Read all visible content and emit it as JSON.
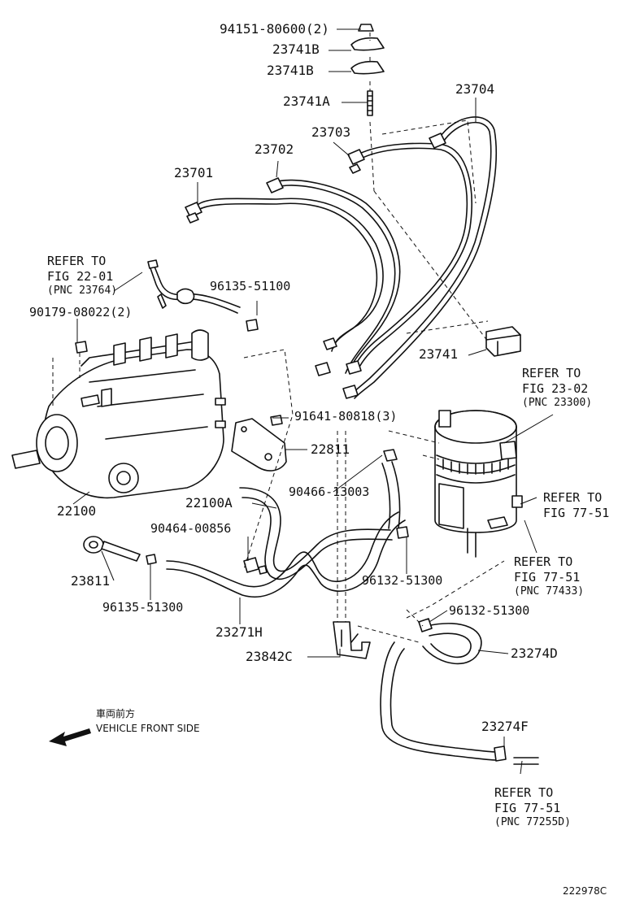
{
  "labels": {
    "p94151": "94151-80600(2)",
    "p23741B_1": "23741B",
    "p23741B_2": "23741B",
    "p23741A": "23741A",
    "p23704": "23704",
    "p23703": "23703",
    "p23702": "23702",
    "p23701": "23701",
    "p96135_51100": "96135-51100",
    "p90179": "90179-08022(2)",
    "p23741": "23741",
    "p91641": "91641-80818(3)",
    "p22811": "22811",
    "p22100A": "22100A",
    "p90466": "90466-13003",
    "p22100": "22100",
    "p90464": "90464-00856",
    "p23811": "23811",
    "p96135_51300": "96135-51300",
    "p96132_51300_a": "96132-51300",
    "p23271H": "23271H",
    "p96132_51300_b": "96132-51300",
    "p23842C": "23842C",
    "p23274D": "23274D",
    "p23274F": "23274F"
  },
  "refs": {
    "fig22_01": {
      "line1": "REFER TO",
      "line2": "FIG 22-01",
      "line3": "(PNC 23764)"
    },
    "fig23_02": {
      "line1": "REFER TO",
      "line2": "FIG 23-02",
      "line3": "(PNC 23300)"
    },
    "fig77_51_a": {
      "line1": "REFER TO",
      "line2": "FIG 77-51"
    },
    "fig77_51_b": {
      "line1": "REFER TO",
      "line2": "FIG 77-51",
      "line3": "(PNC 77433)"
    },
    "fig77_51_c": {
      "line1": "REFER TO",
      "line2": "FIG 77-51",
      "line3": "(PNC 77255D)"
    }
  },
  "direction": {
    "japanese": "車両前方",
    "english": "VEHICLE FRONT SIDE"
  },
  "figure_code": "222978C"
}
